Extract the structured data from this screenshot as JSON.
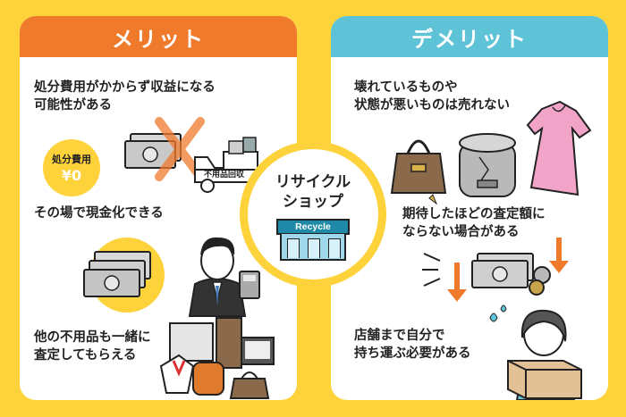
{
  "colors": {
    "background": "#fdd23a",
    "merit_header": "#f07a2c",
    "demerit_header": "#5ec3d6",
    "panel": "#ffffff"
  },
  "merit": {
    "title": "メリット",
    "items": [
      {
        "text": "処分費用がかからず収益になる\n可能性がある",
        "badge_l1": "処分費用",
        "badge_l2": "¥0",
        "truck_label": "不用品回収"
      },
      {
        "text": "その場で現金化できる"
      },
      {
        "text": "他の不用品も一緒に\n査定してもらえる"
      }
    ]
  },
  "center": {
    "title_line1": "リサイクル",
    "title_line2": "ショップ",
    "store_sign": "Recycle"
  },
  "demerit": {
    "title": "デメリット",
    "items": [
      {
        "text": "壊れているものや\n状態が悪いものは売れない"
      },
      {
        "text": "期待したほどの査定額に\nならない場合がある"
      },
      {
        "text": "店舗まで自分で\n持ち運ぶ必要がある"
      }
    ]
  }
}
